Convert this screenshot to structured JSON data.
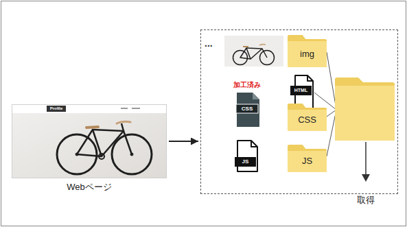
{
  "diagram": {
    "nodes": [
      {
        "text": [
          "Webページ"
        ]
      },
      {
        "text": [
          "..."
        ]
      },
      {
        "text": [
          "img"
        ],
        "in": 1
      },
      {
        "text": [
          "CSS"
        ],
        "in": 1
      },
      {
        "text": [
          "JS"
        ],
        "in": 1
      }
    ],
    "edges": [
      {
        "from": 0,
        "to": 1,
        "arrow": "to"
      }
    ],
    "labels": [
      "Profile",
      "加工済み",
      "HTML",
      "CSS",
      "JS",
      "取得"
    ]
  }
}
